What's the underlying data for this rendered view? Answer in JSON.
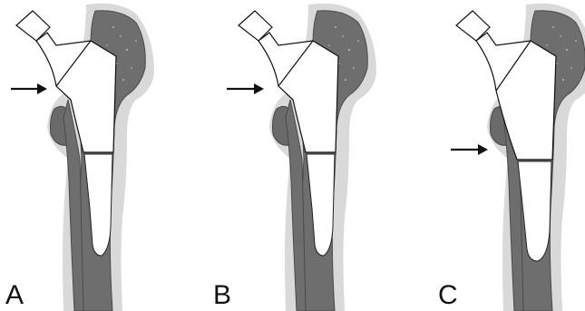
{
  "panels": [
    {
      "label": "A"
    },
    {
      "label": "B"
    },
    {
      "label": "C"
    }
  ],
  "colors": {
    "soft_tissue": "#d9d9d9",
    "bone": "#6e6e6e",
    "implant": "#ffffff",
    "arrow": "#111111"
  },
  "icons": {
    "arrow": "right-arrow-icon"
  }
}
